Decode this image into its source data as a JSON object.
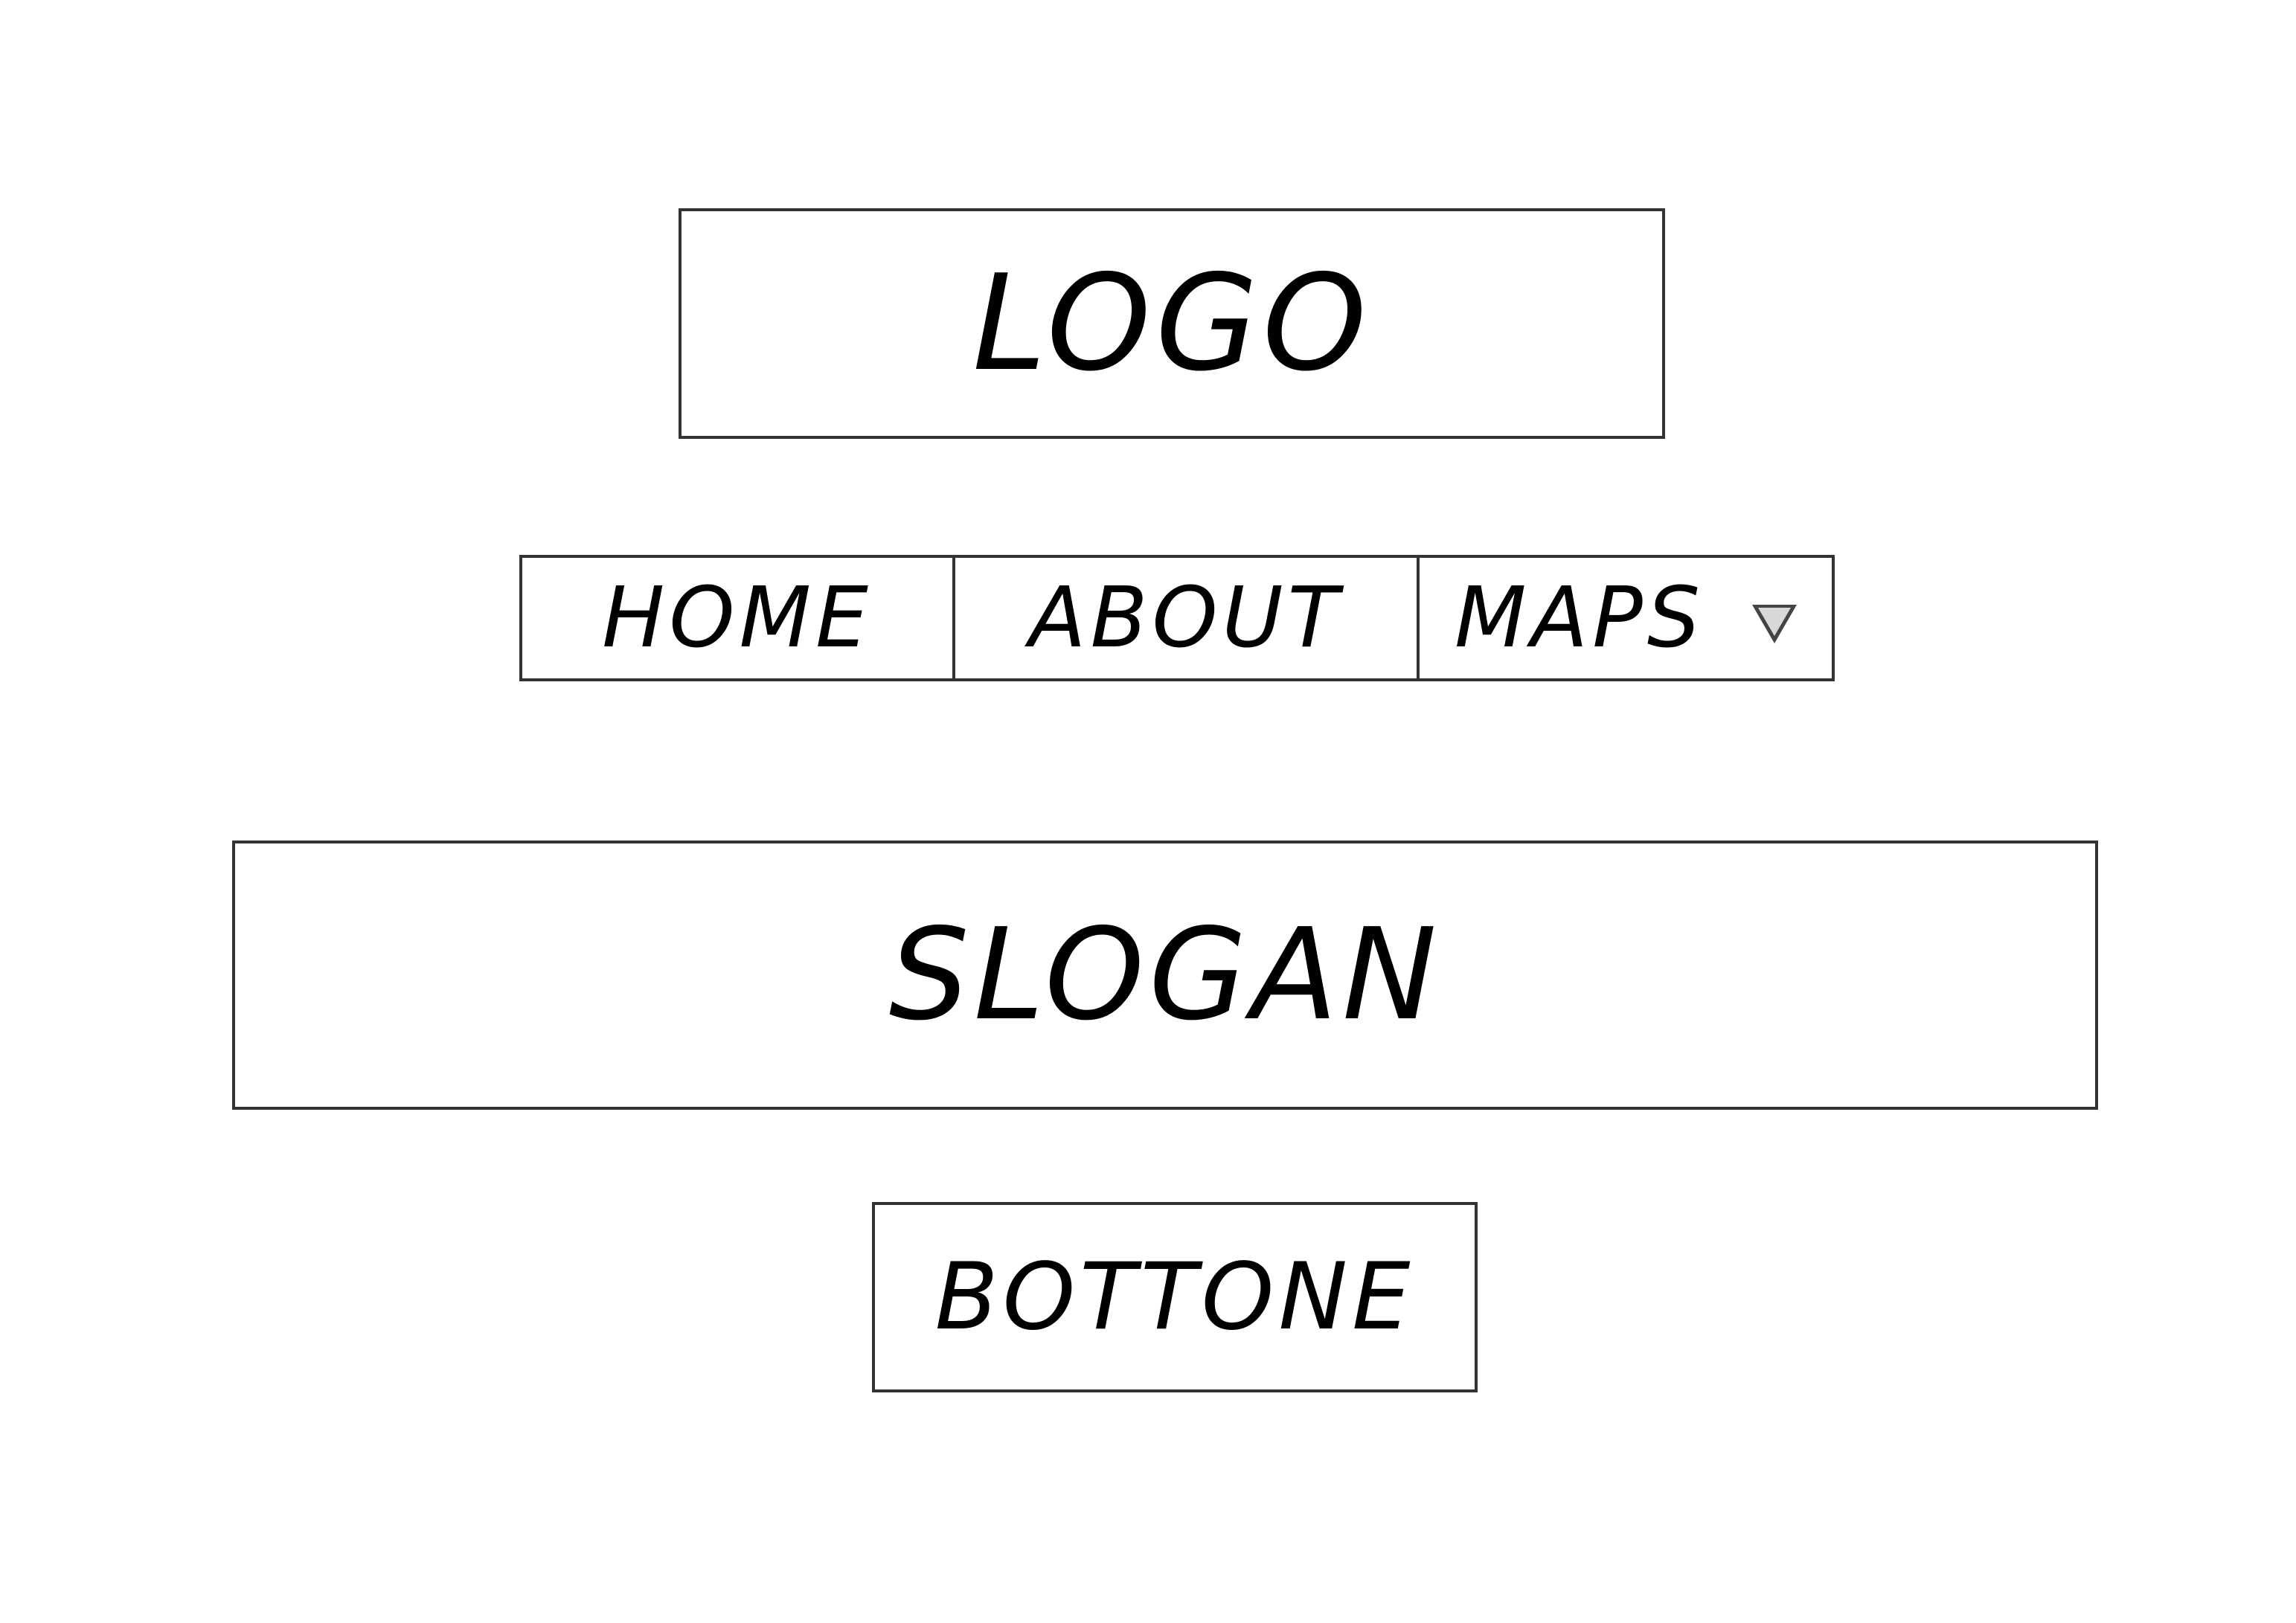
{
  "logo": {
    "text": "LOGO"
  },
  "nav": {
    "items": [
      {
        "label": "HOME"
      },
      {
        "label": "ABOUT"
      },
      {
        "label": "MAPS",
        "has_dropdown": true,
        "icon": "triangle-down-icon"
      }
    ]
  },
  "hero": {
    "slogan": "SLOGAN"
  },
  "cta": {
    "label": "BOTTONE"
  },
  "colors": {
    "border": "#333333",
    "text": "#000000",
    "background": "#ffffff",
    "caret_fill": "#d8d8d8"
  }
}
